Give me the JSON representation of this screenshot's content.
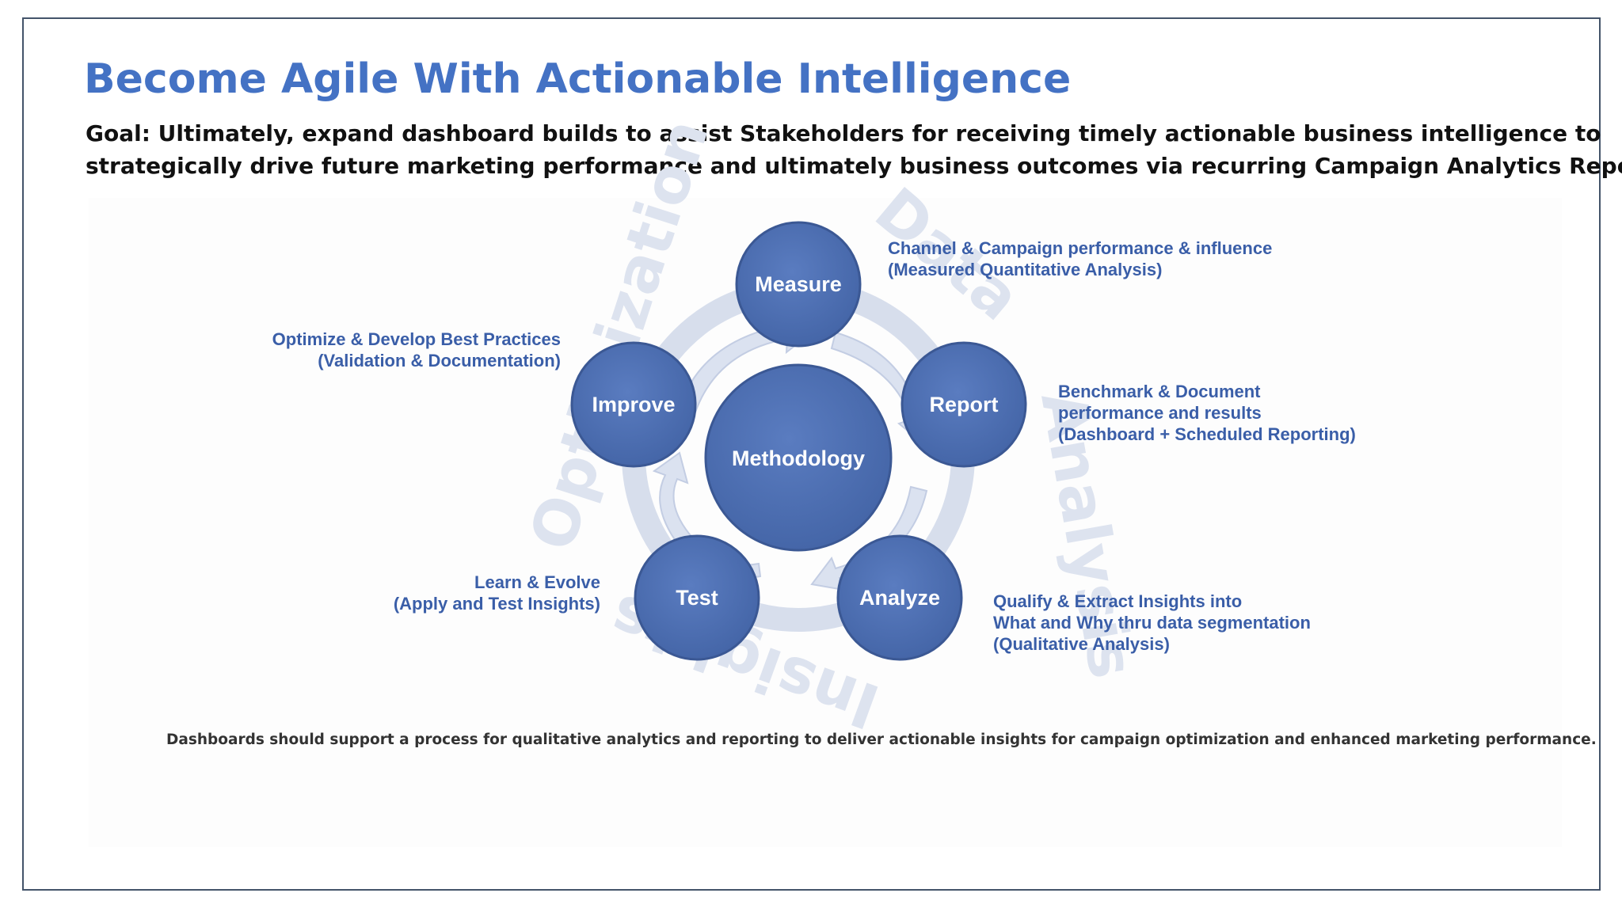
{
  "title": "Become Agile With Actionable Intelligence",
  "goal_lines": [
    "Goal: Ultimately, expand dashboard builds to assist Stakeholders for receiving timely actionable business intelligence to",
    "strategically drive future marketing performance and ultimately business outcomes via recurring Campaign Analytics Reporting."
  ],
  "diagram": {
    "center": "Methodology",
    "nodes": {
      "measure": "Measure",
      "report": "Report",
      "analyze": "Analyze",
      "test": "Test",
      "improve": "Improve"
    },
    "ring_words": {
      "data": "Data",
      "analysis": "Analysis",
      "insights": "Insights",
      "optimization": "Optimization"
    },
    "notes": {
      "measure": [
        "Channel & Campaign performance & influence",
        "(Measured Quantitative Analysis)"
      ],
      "report": [
        "Benchmark & Document",
        "performance and results",
        "(Dashboard + Scheduled Reporting)"
      ],
      "analyze": [
        "Qualify & Extract Insights into",
        "What and Why thru data segmentation",
        "(Qualitative Analysis)"
      ],
      "test": [
        "Learn & Evolve",
        "(Apply and Test Insights)"
      ],
      "improve": [
        "Optimize & Develop Best Practices",
        "(Validation & Documentation)"
      ]
    }
  },
  "footer": "Dashboards should support a process for qualitative analytics and reporting to deliver actionable insights for campaign optimization and enhanced marketing performance.",
  "colors": {
    "title": "#4472c4",
    "node_fill": "#4f6faf",
    "node_stroke": "#3b5894",
    "ring": "#ccd6ea",
    "note_text": "#3a5ea8",
    "watermark": "#dde3ef"
  }
}
